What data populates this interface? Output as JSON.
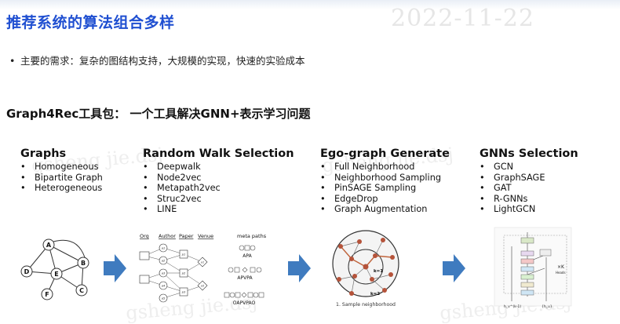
{
  "page": {
    "title": "推荐系统的算法组合多样",
    "watermark_date": "2022-11-22",
    "watermark_user": "gsheng jie.dsj",
    "bullet": "主要的需求：复杂的图结构支持，大规模的实现，快速的实验成本",
    "subtitle": "Graph4Rec工具包： 一个工具解决GNN+表示学习问题"
  },
  "columns": [
    {
      "heading": "Graphs",
      "items": [
        "Homogeneous",
        "Bipartite Graph",
        "Heterogeneous"
      ]
    },
    {
      "heading": "Random Walk Selection",
      "items": [
        "Deepwalk",
        "Node2vec",
        "Metapath2vec",
        "Struc2vec",
        "LINE"
      ]
    },
    {
      "heading": "Ego-graph Generate",
      "items": [
        "Full Neighborhood",
        "Neighborhood Sampling",
        "PinSAGE Sampling",
        "EdgeDrop",
        "Graph Augmentation"
      ]
    },
    {
      "heading": "GNNs Selection",
      "items": [
        "GCN",
        "GraphSAGE",
        "GAT",
        "R-GNNs",
        "LightGCN"
      ]
    }
  ],
  "graph_figure": {
    "nodes": [
      "A",
      "B",
      "C",
      "D",
      "E",
      "F"
    ]
  },
  "metapath_figure": {
    "columns": [
      "Org",
      "Author",
      "Paper",
      "Venue"
    ],
    "header": "meta paths",
    "paths": [
      "APA",
      "APVPA",
      "OAPVPAO"
    ],
    "node_labels": [
      "a1",
      "a2",
      "a3",
      "a4",
      "a5",
      "p1",
      "p2",
      "p3",
      "v1",
      "v2"
    ]
  },
  "ego_figure": {
    "labels": [
      "k=1",
      "k=2"
    ],
    "caption": "1. Sample neighborhood"
  },
  "gnn_figure": {
    "side_label": "×K",
    "side_sub": "Heads",
    "bottom": [
      "h_v^(k-1)",
      "{h_u}"
    ]
  },
  "colors": {
    "title": "#1f4fd1",
    "arrow": "#3f7bbf",
    "ego_node": "#b5533a"
  }
}
